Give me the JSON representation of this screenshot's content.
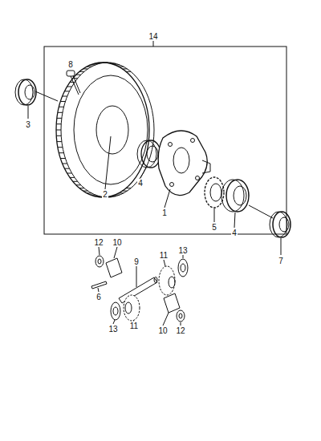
{
  "diagram": {
    "labels": [
      "14",
      "8",
      "3",
      "2",
      "4",
      "1",
      "5",
      "4",
      "7",
      "12",
      "10",
      "9",
      "11",
      "13",
      "6",
      "13",
      "11",
      "10",
      "12"
    ]
  }
}
